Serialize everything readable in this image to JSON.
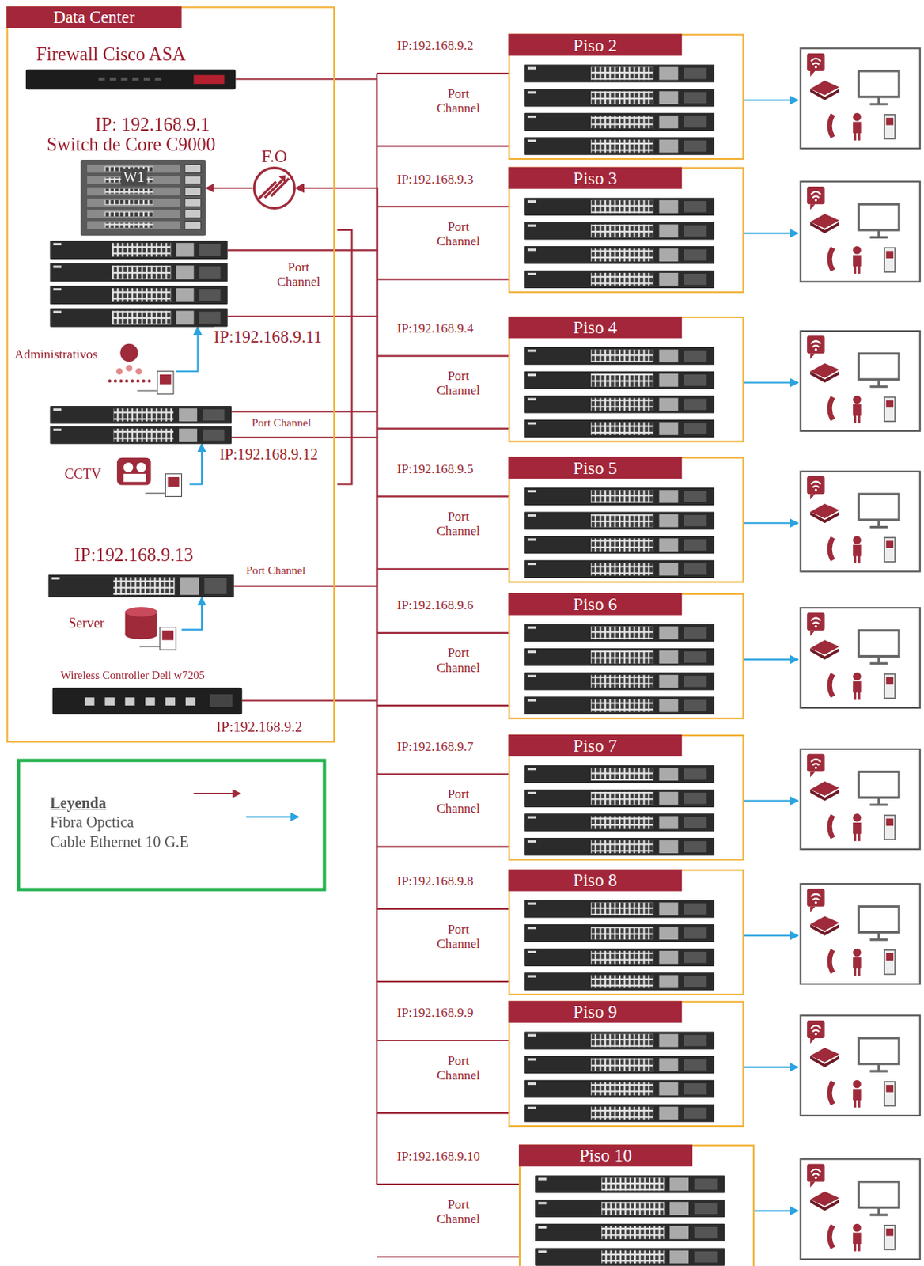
{
  "diagram": {
    "nodes": [
      {
        "text": [
          "Data Center"
        ]
      },
      {
        "text": [
          "Firewall Cisco ASA"
        ],
        "in": 0
      },
      {
        "text": [
          "IP: 192.168.9.1",
          "Switch de Core C9000",
          "W1"
        ],
        "in": 0
      },
      {
        "text": [
          "F.O"
        ],
        "in": 0
      },
      {
        "text": [
          "Port Channel",
          "IP:192.168.9.11"
        ],
        "in": 0
      },
      {
        "text": [
          "Administrativos"
        ],
        "in": 0
      },
      {
        "text": [
          "Port Channel",
          "IP:192.168.9.12"
        ],
        "in": 0
      },
      {
        "text": [
          "CCTV"
        ],
        "in": 0
      },
      {
        "text": [
          "IP:192.168.9.13",
          "Port Channel"
        ],
        "in": 0
      },
      {
        "text": [
          "Server"
        ],
        "in": 0
      },
      {
        "text": [
          "Wireless Controller Dell w7205",
          "IP:192.168.9.2"
        ],
        "in": 0
      },
      {
        "text": [
          "Piso 2",
          "IP:192.168.9.2",
          "Port Channel"
        ]
      },
      {
        "text": [
          "Piso 3",
          "IP:192.168.9.3",
          "Port Channel"
        ]
      },
      {
        "text": [
          "Piso 4",
          "IP:192.168.9.4",
          "Port Channel"
        ]
      },
      {
        "text": [
          "Piso 5",
          "IP:192.168.9.5",
          "Port Channel"
        ]
      },
      {
        "text": [
          "Piso 6",
          "IP:192.168.9.6",
          "Port Channel"
        ]
      },
      {
        "text": [
          "Piso 7",
          "IP:192.168.9.7",
          "Port Channel"
        ]
      },
      {
        "text": [
          "Piso 8",
          "IP:192.168.9.8",
          "Port Channel"
        ]
      },
      {
        "text": [
          "Piso 9",
          "IP:192.168.9.9",
          "Port Channel"
        ]
      },
      {
        "text": [
          "Piso 10",
          "IP:192.168.9.10",
          "Port Channel"
        ]
      }
    ],
    "edges": [
      {
        "from": 1,
        "to": 3,
        "arrow": "none"
      },
      {
        "from": 3,
        "to": 2,
        "arrow": "to"
      },
      {
        "from": 4,
        "to": 3,
        "arrow": "to"
      },
      {
        "from": 5,
        "to": 4,
        "arrow": "to"
      },
      {
        "from": 6,
        "to": 3,
        "arrow": "to"
      },
      {
        "from": 7,
        "to": 6,
        "arrow": "to"
      },
      {
        "from": 8,
        "to": 3,
        "arrow": "none"
      },
      {
        "from": 9,
        "to": 8,
        "arrow": "to"
      },
      {
        "from": 10,
        "to": 3,
        "arrow": "to"
      },
      {
        "from": 11,
        "to": 3,
        "arrow": "to"
      },
      {
        "from": 12,
        "to": 3,
        "arrow": "to"
      },
      {
        "from": 13,
        "to": 3,
        "arrow": "to"
      },
      {
        "from": 14,
        "to": 3,
        "arrow": "to"
      },
      {
        "from": 15,
        "to": 3,
        "arrow": "to"
      },
      {
        "from": 16,
        "to": 3,
        "arrow": "to"
      },
      {
        "from": 17,
        "to": 3,
        "arrow": "to"
      },
      {
        "from": 18,
        "to": 3,
        "arrow": "to"
      },
      {
        "from": 19,
        "to": 3,
        "arrow": "to"
      }
    ],
    "labels": [
      "Leyenda"
    ],
    "legend": [
      {
        "text": "Fibra Opctica"
      },
      {
        "text": "Cable Ethernet 10 G.E"
      }
    ]
  }
}
